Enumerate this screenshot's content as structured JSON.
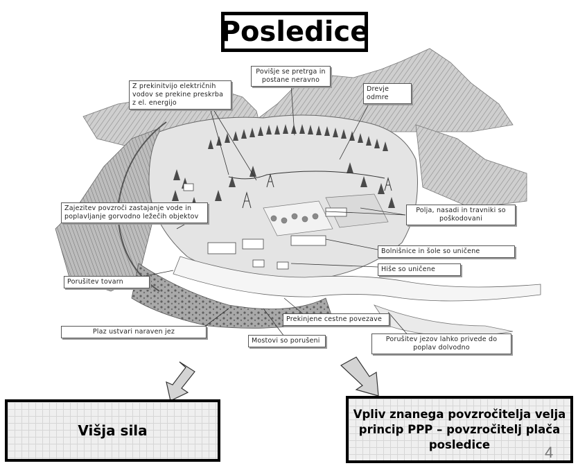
{
  "title": "Posledice",
  "labels": {
    "prekinitev_vodov": "Z prekinitvijo električnih vodov se prekine preskrba z el. energijo",
    "povisje": "Povišje se pretrga in postane neravno",
    "drevje": "Drevje odmre",
    "zajezitev": "Zajezitev povzroči zastajanje vode in poplavljanje gorvodno ležečih objektov",
    "polja": "Polja, nasadi in travniki so poškodovani",
    "bolnisnice": "Bolnišnice in šole so uničene",
    "hise": "Hiše so uničene",
    "porusitev_tovarn": "Porušitev tovarn",
    "plaz": "Plaz ustvari naraven jez",
    "ceste": "Prekinjene cestne povezave",
    "mostovi": "Mostovi so porušeni",
    "jezovi": "Porušitev jezov lahko privede do poplav dolvodno"
  },
  "outcomes": {
    "left": "Višja sila",
    "right": "Vpliv znanega povzročitelja velja princip PPP – povzročitelj plača posledice"
  },
  "page_number": "4"
}
